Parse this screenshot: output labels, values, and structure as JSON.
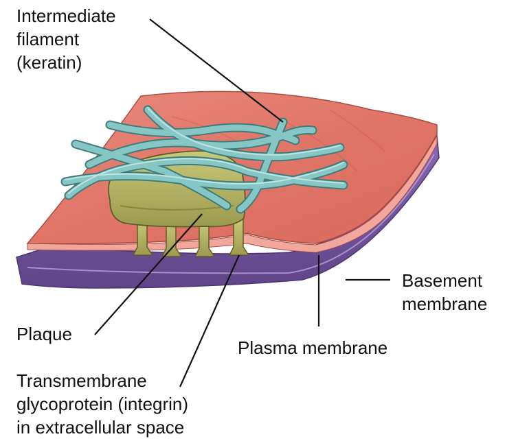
{
  "labels": {
    "intermediate_filament": [
      "Intermediate",
      "filament",
      "(keratin)"
    ],
    "basement_membrane": [
      "Basement",
      "membrane"
    ],
    "plaque": [
      "Plaque"
    ],
    "plasma_membrane": [
      "Plasma membrane"
    ],
    "transmembrane_glycoprotein": [
      "Transmembrane",
      "glycoprotein (integrin)",
      "in extracellular space"
    ]
  },
  "colors": {
    "plasma_membrane": "#e37f72",
    "basement_membrane": "#7b5aa6",
    "plaque": "#b4b364",
    "filament": "#7fbcbb",
    "leader_line": "#111111"
  }
}
